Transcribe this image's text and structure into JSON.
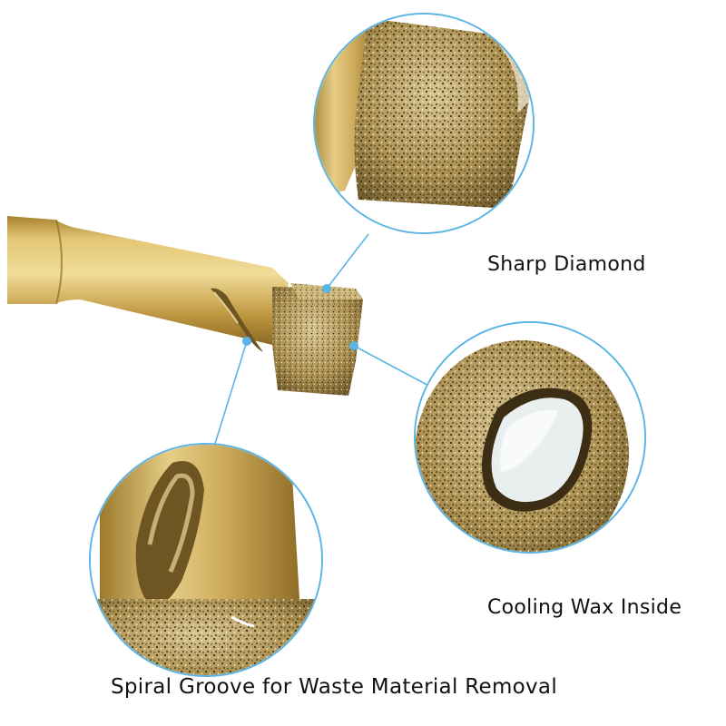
{
  "callouts": {
    "sharp_diamond": "Sharp Diamond",
    "cooling_wax": "Cooling Wax Inside",
    "spiral_groove": "Spiral Groove for Waste Material Removal"
  },
  "colors": {
    "background": "#ffffff",
    "callout_line": "#5ab4e6",
    "shank_gold": "#c9a64e",
    "diamond_grit": "#b69a55",
    "wax": "#e9eeee"
  },
  "icons": [
    "drill-bit-illustration",
    "zoom-circle-tip",
    "zoom-circle-core",
    "zoom-circle-groove"
  ]
}
